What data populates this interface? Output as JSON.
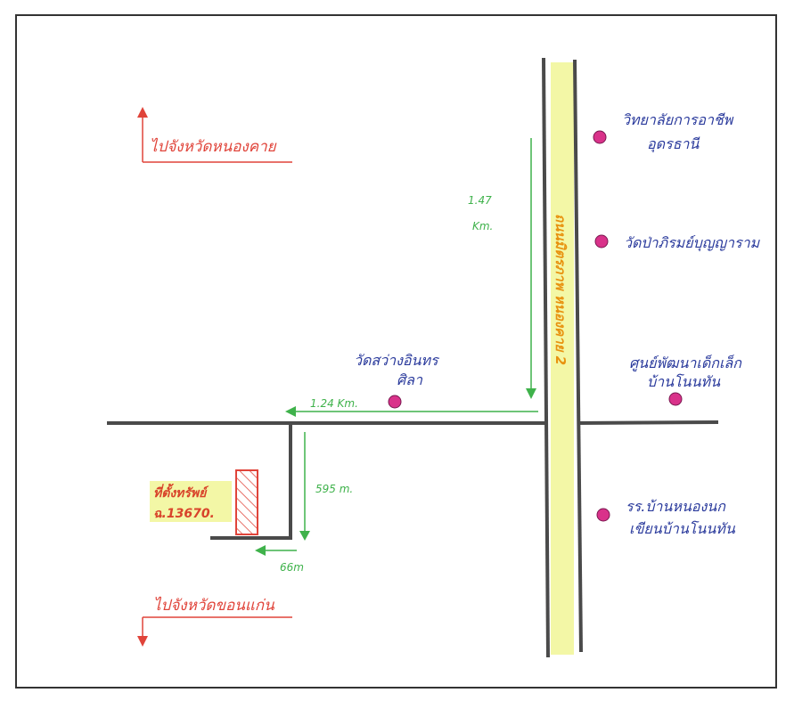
{
  "colors": {
    "road": "#4a4a4a",
    "highlight": "#f3f7a6",
    "landmark": "#d9328a",
    "direction": "#e0443a",
    "distance": "#3fb24b",
    "label": "#2a3a9c",
    "main_road_label": "#e8920f"
  },
  "directions": {
    "north": "ไปจังหวัดหนองคาย",
    "south": "ไปจังหวัดขอนแก่น"
  },
  "main_road": {
    "label": "ถนนมิตรภาพ หนองคาย 2"
  },
  "distances": {
    "north_leg": "1.47",
    "north_leg_unit": "Km.",
    "west_leg": "1.24 Km.",
    "south_leg": "595 m.",
    "final_leg": "66m"
  },
  "landmarks": [
    {
      "label_line1": "วิทยาลัยการอาชีพ",
      "label_line2": "อุดรธานี"
    },
    {
      "label_line1": "วัดป่าภิรมย์บุญญาราม",
      "label_line2": ""
    },
    {
      "label_line1": "ศูนย์พัฒนาเด็กเล็ก",
      "label_line2": "บ้านโนนทัน"
    },
    {
      "label_line1": "รร.บ้านหนองนก",
      "label_line2": "เขียนบ้านโนนทัน"
    },
    {
      "label_line1": "วัดสว่างอินทร",
      "label_line2": "ศิลา"
    }
  ],
  "plot": {
    "label_line1": "ที่ตั้งทรัพย์",
    "label_line2": "ฉ.13670."
  }
}
